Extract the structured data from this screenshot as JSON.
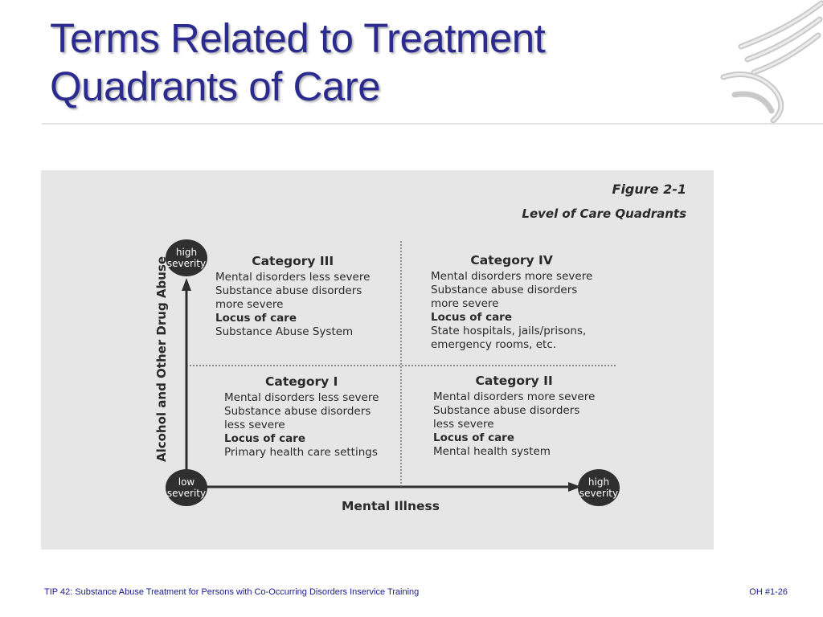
{
  "title": {
    "line1": "Terms Related to Treatment",
    "line2": "Quadrants of Care"
  },
  "logo": {
    "icon": "hhs-eagle-logo-icon"
  },
  "figure": {
    "number": "Figure 2-1",
    "title": "Level of Care Quadrants",
    "y_axis_label": "Alcohol and Other Drug Abuse",
    "x_axis_label": "Mental Illness",
    "y_high": [
      "high",
      "severity"
    ],
    "origin": [
      "low",
      "severity"
    ],
    "x_high": [
      "high",
      "severity"
    ],
    "quadrants": {
      "cat3": {
        "heading": "Category III",
        "lines": [
          "Mental disorders less severe",
          "Substance abuse disorders",
          "more severe"
        ],
        "locus_label": "Locus of care",
        "locus": [
          "Substance Abuse System"
        ]
      },
      "cat4": {
        "heading": "Category IV",
        "lines": [
          "Mental disorders more severe",
          "Substance abuse disorders",
          "more severe"
        ],
        "locus_label": "Locus of care",
        "locus": [
          "State hospitals, jails/prisons,",
          "emergency rooms, etc."
        ]
      },
      "cat1": {
        "heading": "Category I",
        "lines": [
          "Mental disorders less severe",
          "Substance abuse disorders",
          "less severe"
        ],
        "locus_label": "Locus of care",
        "locus": [
          "Primary health care settings"
        ]
      },
      "cat2": {
        "heading": "Category II",
        "lines": [
          "Mental disorders more severe",
          "Substance abuse disorders",
          "less severe"
        ],
        "locus_label": "Locus of care",
        "locus": [
          "Mental health system"
        ]
      }
    }
  },
  "footer": {
    "left": "TIP 42: Substance Abuse Treatment for Persons with Co-Occurring Disorders Inservice Training",
    "right": "OH #1-26"
  }
}
